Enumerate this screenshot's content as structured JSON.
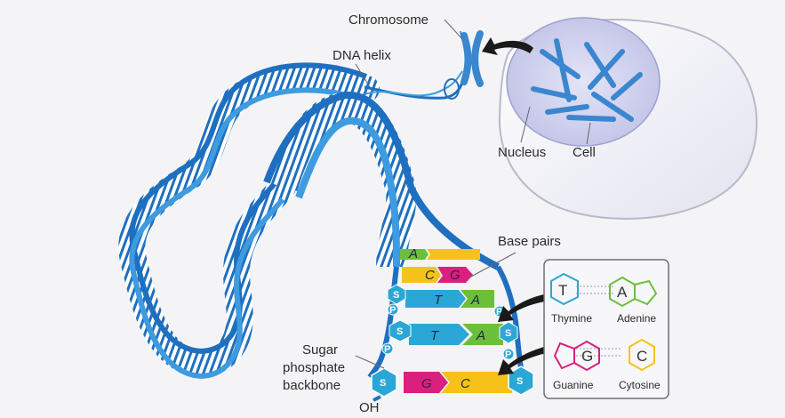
{
  "labels": {
    "chromosome": "Chromosome",
    "dna_helix": "DNA helix",
    "nucleus": "Nucleus",
    "cell": "Cell",
    "base_pairs": "Base pairs",
    "sugar_line1": "Sugar",
    "sugar_line2": "phosphate",
    "sugar_line3": "backbone",
    "oh": "OH"
  },
  "rungs": [
    {
      "left": "A",
      "right": "",
      "left_color": "#6cbf3a",
      "right_color": "#f6c21a"
    },
    {
      "left": "C",
      "right": "G",
      "left_color": "#f6c21a",
      "right_color": "#d9207e"
    },
    {
      "left": "T",
      "right": "A",
      "left_color": "#2aa7d6",
      "right_color": "#6cbf3a"
    },
    {
      "left": "T",
      "right": "A",
      "left_color": "#2aa7d6",
      "right_color": "#6cbf3a"
    },
    {
      "left": "G",
      "right": "C",
      "left_color": "#d9207e",
      "right_color": "#f6c21a"
    }
  ],
  "backbone": {
    "sugar": "S",
    "phosphate": "P"
  },
  "legend": {
    "thymine": {
      "letter": "T",
      "name": "Thymine",
      "color": "#2aa7d6"
    },
    "adenine": {
      "letter": "A",
      "name": "Adenine",
      "color": "#6cbf3a"
    },
    "guanine": {
      "letter": "G",
      "name": "Guanine",
      "color": "#d9207e"
    },
    "cytosine": {
      "letter": "C",
      "name": "Cytosine",
      "color": "#f6c21a"
    }
  },
  "colors": {
    "helix": "#1f6fc0",
    "helix_light": "#3e9be0",
    "nucleus": "#cfd0ee",
    "cell": "#f3f3f8"
  }
}
